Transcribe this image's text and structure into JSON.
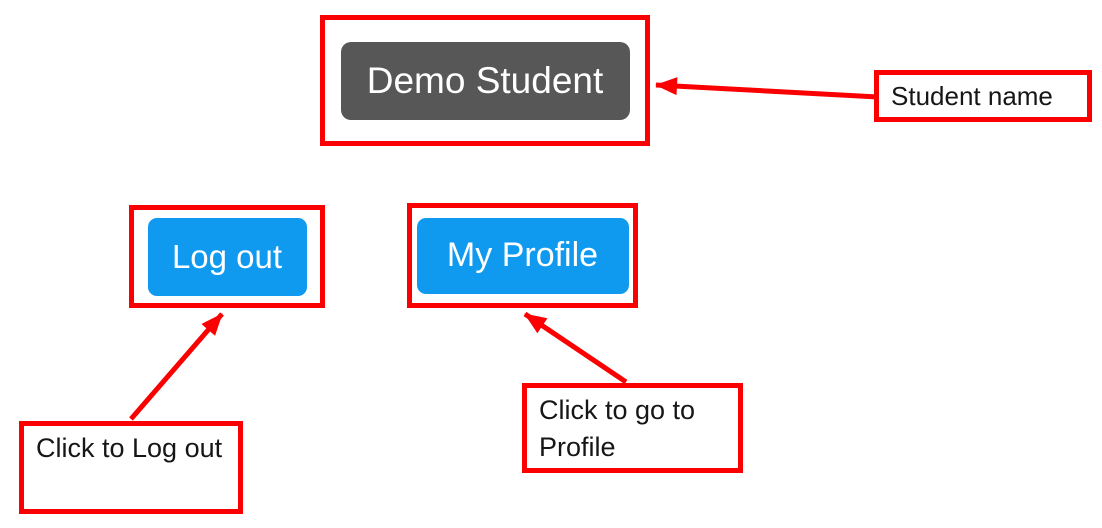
{
  "badge": {
    "label": "Demo Student"
  },
  "buttons": {
    "logout": "Log out",
    "profile": "My Profile"
  },
  "callouts": {
    "student_name": "Student name",
    "logout": "Click to Log out",
    "profile": "Click to go to Profile"
  },
  "colors": {
    "annotation_red": "#fa0000",
    "button_blue": "#0f9af0",
    "badge_gray": "#575757",
    "canvas_bg": "#ffffff",
    "callout_text": "#161616"
  }
}
